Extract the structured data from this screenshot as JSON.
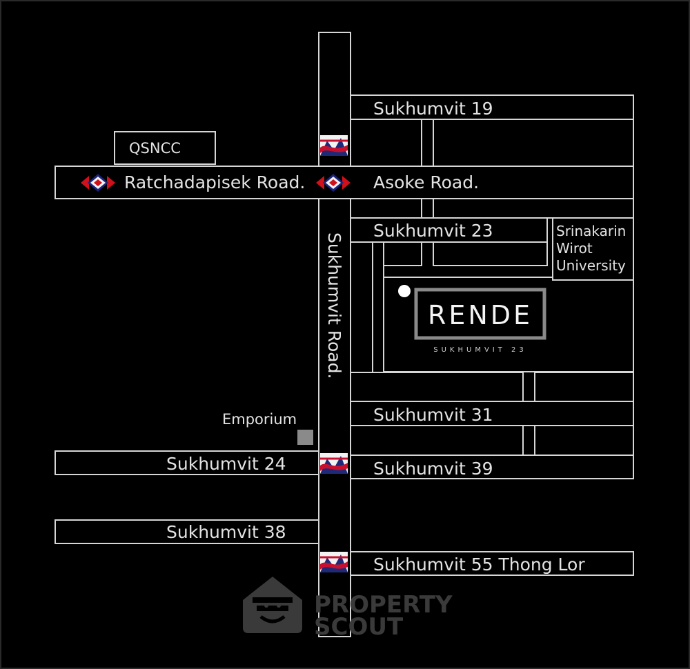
{
  "map": {
    "roads": {
      "sukhumvit_road": "Sukhumvit Road.",
      "ratchadapisek": "Ratchadapisek Road.",
      "asoke": "Asoke Road.",
      "soi19": "Sukhumvit 19",
      "soi23": "Sukhumvit 23",
      "soi31": "Sukhumvit 31",
      "soi39": "Sukhumvit 39",
      "soi24": "Sukhumvit 24",
      "soi38": "Sukhumvit 38",
      "soi55": "Sukhumvit 55 Thong Lor"
    },
    "landmarks": {
      "qsncc": "QSNCC",
      "swu_line1": "Srinakarin",
      "swu_line2": "Wirot",
      "swu_line3": "University",
      "emporium": "Emporium"
    },
    "project": {
      "name": "RENDE",
      "subtitle": "SUKHUMVIT 23"
    },
    "watermark": {
      "line1": "PROPERTY",
      "line2": "SCOUT"
    },
    "colors": {
      "background": "#000000",
      "road_outline": "#d6d6d6",
      "label": "#e3e3e3",
      "bts_red": "#c8102e",
      "bts_navy": "#1e2a78",
      "mrt_red": "#d0101a",
      "mrt_navy": "#1a237e",
      "project_marker": "#ffffff",
      "watermark": "#3a3a3a"
    },
    "icons": [
      "bts-station-icon",
      "mrt-station-icon",
      "location-pin-icon",
      "property-scout-logo-icon"
    ]
  }
}
